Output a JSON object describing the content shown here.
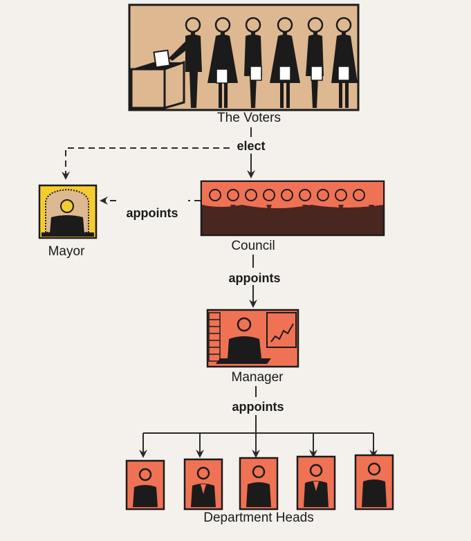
{
  "labels": {
    "voters": "The Voters",
    "elect": "elect",
    "mayor": "Mayor",
    "council": "Council",
    "appoints_mayor": "appoints",
    "appoints_manager": "appoints",
    "manager": "Manager",
    "appoints_heads": "appoints",
    "department_heads": "Department Heads"
  },
  "colors": {
    "orange": "#f07255",
    "tan": "#ddb891",
    "yellow": "#f5cc2f",
    "dark": "#1c1b1b",
    "council_dark": "#4a2620",
    "background": "#f4f1ec"
  }
}
